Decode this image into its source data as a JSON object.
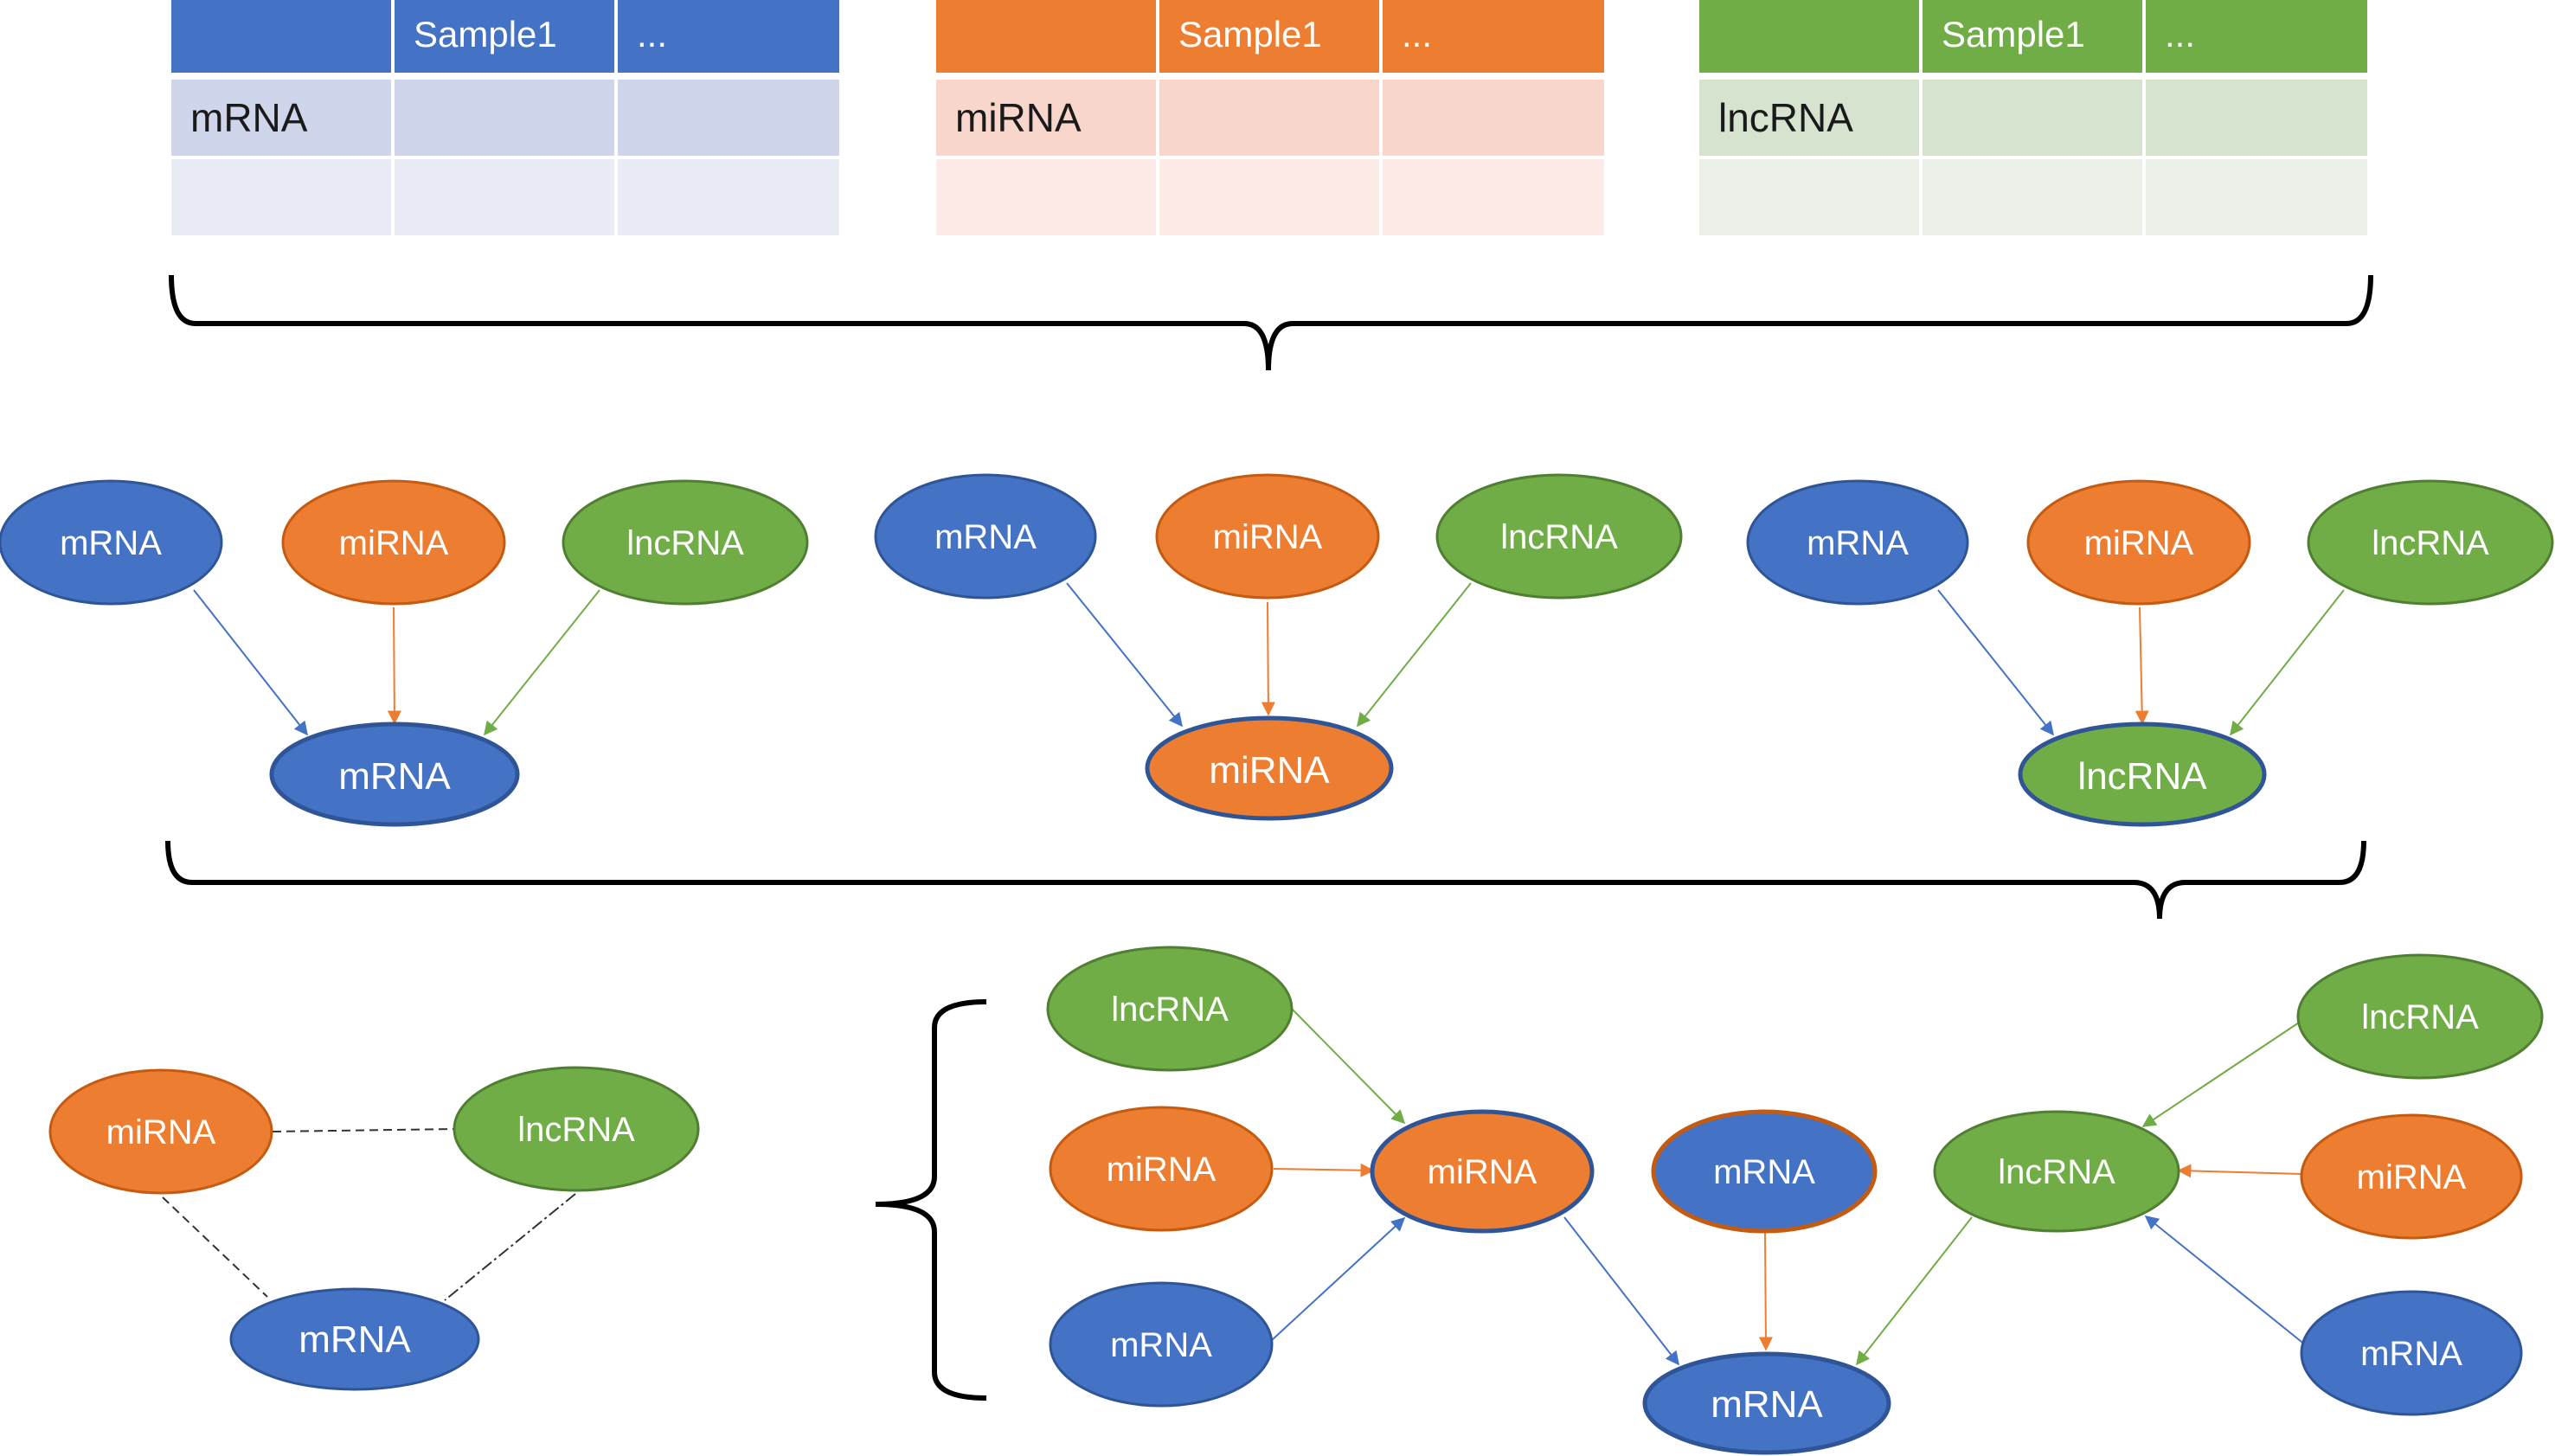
{
  "colors": {
    "blue": "#4472C4",
    "blue_dark": "#2F5597",
    "orange": "#ED7D31",
    "orange_dark": "#C55A11",
    "green": "#70AD47",
    "green_dark": "#507E32",
    "dash": "#333333",
    "brace": "#000000",
    "blue_light": "#CFD5EA",
    "blue_lighter": "#E9EBF5",
    "orange_light": "#F9D6CB",
    "orange_lighter": "#FCEBE7",
    "green_light": "#D5E3CF",
    "green_lighter": "#EBF1E9"
  },
  "tables": [
    {
      "header": [
        "",
        "Sample1",
        "..."
      ],
      "row1": [
        "mRNA",
        "",
        ""
      ],
      "row2": [
        "",
        "",
        ""
      ]
    },
    {
      "header": [
        "",
        "Sample1",
        "..."
      ],
      "row1": [
        "miRNA",
        "",
        ""
      ],
      "row2": [
        "",
        "",
        ""
      ]
    },
    {
      "header": [
        "",
        "Sample1",
        "..."
      ],
      "row1": [
        "lncRNA",
        "",
        ""
      ],
      "row2": [
        "",
        "",
        ""
      ]
    }
  ],
  "networks": [
    {
      "inputs": [
        "mRNA",
        "miRNA",
        "lncRNA"
      ],
      "target": "mRNA"
    },
    {
      "inputs": [
        "mRNA",
        "miRNA",
        "lncRNA"
      ],
      "target": "miRNA"
    },
    {
      "inputs": [
        "mRNA",
        "miRNA",
        "lncRNA"
      ],
      "target": "lncRNA"
    }
  ],
  "triangle": {
    "mirna": "miRNA",
    "lncrna": "lncRNA",
    "mrna": "mRNA"
  },
  "combined": {
    "left_lncrna": "lncRNA",
    "left_mirna": "miRNA",
    "left_mrna": "mRNA",
    "hub_mirna": "miRNA",
    "mid_mrna": "mRNA",
    "hub_lncrna": "lncRNA",
    "right_lncrna": "lncRNA",
    "right_mirna": "miRNA",
    "right_mrna": "mRNA",
    "bottom_mrna": "mRNA"
  }
}
